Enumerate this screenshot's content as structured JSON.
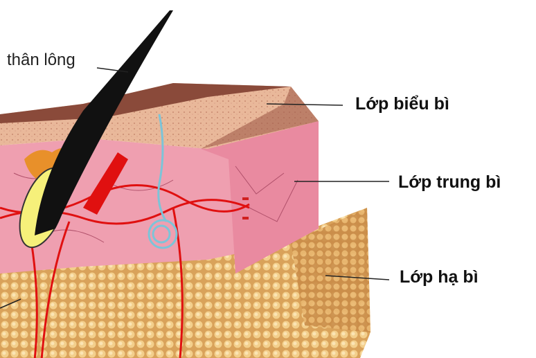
{
  "title": "Cấu trúc da",
  "labels": {
    "hair_shaft": "thân lông",
    "epidermis": "Lớp biểu bì",
    "dermis": "Lớp trung bì",
    "hypodermis": "Lớp hạ bì"
  },
  "colors": {
    "epidermis": "#e9b89a",
    "epidermis_top": "#8a4a3a",
    "dermis": "#ef9fb0",
    "hypodermis": "#e8b56a",
    "blood_vessel": "#e01010",
    "nerve": "#7cc4d8",
    "hair": "#111111"
  }
}
